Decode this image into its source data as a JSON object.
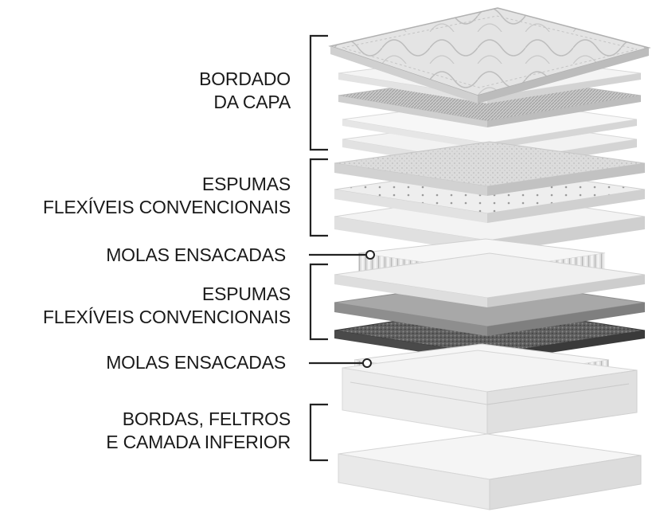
{
  "labels": {
    "cover": {
      "line1": "BORDADO",
      "line2": "DA CAPA"
    },
    "foam_top": {
      "line1": "ESPUMAS",
      "line2": "FLEXÍVEIS CONVENCIONAIS"
    },
    "springs_top": "MOLAS ENSACADAS",
    "foam_bottom": {
      "line1": "ESPUMAS",
      "line2": "FLEXÍVEIS CONVENCIONAIS"
    },
    "springs_bottom": "MOLAS ENSACADAS",
    "base": {
      "line1": "BORDAS, FELTROS",
      "line2": "E CAMADA INFERIOR"
    }
  },
  "colors": {
    "text": "#1a1a1a",
    "bracket": "#222222"
  }
}
